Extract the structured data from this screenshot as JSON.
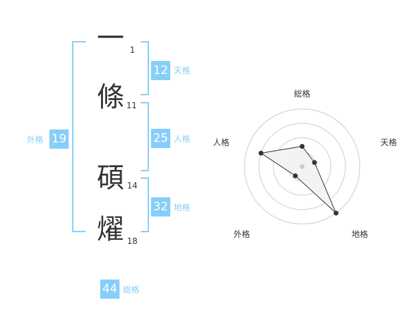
{
  "name": {
    "characters": [
      {
        "char": "一",
        "strokes": "1"
      },
      {
        "char": "條",
        "strokes": "11"
      },
      {
        "char": "碩",
        "strokes": "14"
      },
      {
        "char": "燿",
        "strokes": "18"
      }
    ]
  },
  "fortune": {
    "tenkaku": {
      "value": "12",
      "label": "天格"
    },
    "jinkaku": {
      "value": "25",
      "label": "人格"
    },
    "chikaku": {
      "value": "32",
      "label": "地格"
    },
    "gaikaku": {
      "value": "19",
      "label": "外格"
    },
    "soukaku": {
      "value": "44",
      "label": "総格"
    }
  },
  "colors": {
    "accent": "#87cefa",
    "text": "#333333",
    "grid": "#cccccc",
    "fill": "#f2f2f2"
  },
  "chart_data": {
    "type": "radar",
    "axes": [
      "総格",
      "天格",
      "地格",
      "外格",
      "人格"
    ],
    "rings": 4,
    "range": [
      0,
      4
    ],
    "values": [
      1.4,
      0.9,
      4.0,
      0.8,
      3.0
    ]
  }
}
